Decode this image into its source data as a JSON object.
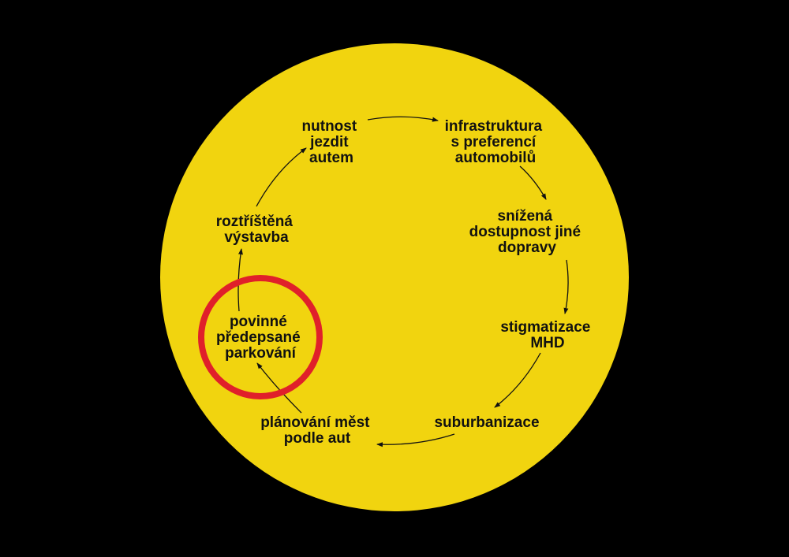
{
  "colors": {
    "background": "#000000",
    "disc": "#f1d40f",
    "highlight": "#e0202a",
    "ink": "#111111"
  },
  "nodes": [
    {
      "id": "nutnost",
      "lines": [
        "nutnost",
        "jezdit",
        "autem"
      ]
    },
    {
      "id": "infrastruktura",
      "lines": [
        "infrastruktura",
        "s preferencí",
        "automobilů"
      ]
    },
    {
      "id": "snizena",
      "lines": [
        "snížená",
        "dostupnost jiné",
        "dopravy"
      ]
    },
    {
      "id": "stigmatizace",
      "lines": [
        "stigmatizace",
        "MHD"
      ]
    },
    {
      "id": "suburbanizace",
      "lines": [
        "suburbanizace"
      ]
    },
    {
      "id": "planovani",
      "lines": [
        "plánování měst",
        "podle aut"
      ]
    },
    {
      "id": "parkovani",
      "lines": [
        "povinné",
        "předepsané",
        "parkování"
      ],
      "highlighted": true
    },
    {
      "id": "roztristena",
      "lines": [
        "roztříštěná",
        "výstavba"
      ]
    }
  ]
}
